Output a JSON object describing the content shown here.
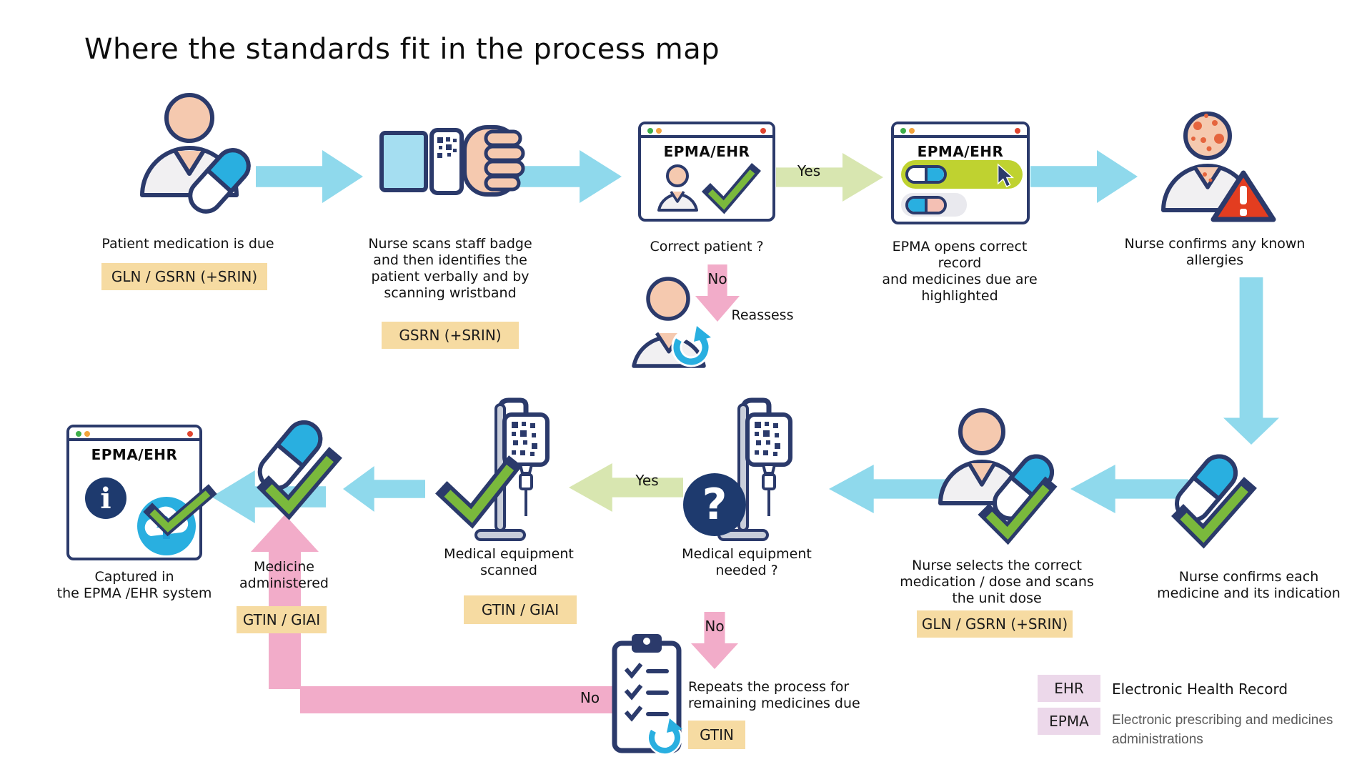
{
  "title": "Where the standards fit in the process map",
  "colors": {
    "navy_outline": "#2B3A6B",
    "flow_arrow_cyan": "#8FD9EC",
    "yes_arrow_green": "#D8E6B0",
    "no_arrow_pink": "#F2ACC9",
    "check_green": "#7AB93C",
    "highlight_lime": "#BFD230",
    "badge_tan": "#F6DBA2",
    "legend_badge_pink": "#ECD8EA",
    "warning_red": "#E33D20",
    "accent_cyan": "#29AFE0",
    "skin": "#F5C9AF"
  },
  "nodes": {
    "patient": {
      "caption": "Patient medication is due",
      "badge": "GLN / GSRN (+SRIN)"
    },
    "scan_badge": {
      "caption": "Nurse scans staff badge\nand then identifies the\npatient verbally and by\nscanning wristband",
      "badge": "GSRN (+SRIN)"
    },
    "correct_patient": {
      "window_title": "EPMA/EHR",
      "caption": "Correct patient ?"
    },
    "reassess": {
      "caption": "Reassess"
    },
    "epma_opens": {
      "window_title": "EPMA/EHR",
      "caption": "EPMA opens correct record\nand medicines due are\nhighlighted"
    },
    "allergies": {
      "caption": "Nurse confirms any known\nallergies"
    },
    "confirm_each": {
      "caption": "Nurse confirms each\nmedicine and its indication"
    },
    "select_medication": {
      "caption": "Nurse selects the correct\nmedication / dose and scans\nthe unit dose",
      "badge": "GLN / GSRN (+SRIN)"
    },
    "equipment_needed": {
      "caption": "Medical equipment\nneeded ?"
    },
    "equipment_scanned": {
      "caption": "Medical equipment\nscanned",
      "badge": "GTIN / GIAI"
    },
    "administered": {
      "caption": "Medicine\nadministered",
      "badge": "GTIN / GIAI"
    },
    "captured": {
      "window_title": "EPMA/EHR",
      "caption": "Captured in\nthe EPMA /EHR system"
    },
    "repeats": {
      "caption": "Repeats the process for\nremaining medicines due",
      "badge": "GTIN"
    }
  },
  "labels": {
    "yes_top": "Yes",
    "no_top": "No",
    "yes_bottom": "Yes",
    "no_bottom": "No",
    "no_loop": "No"
  },
  "legend": [
    {
      "abbr": "EHR",
      "text": "Electronic Health Record"
    },
    {
      "abbr": "EPMA",
      "text": "Electronic prescribing and medicines administrations"
    }
  ]
}
